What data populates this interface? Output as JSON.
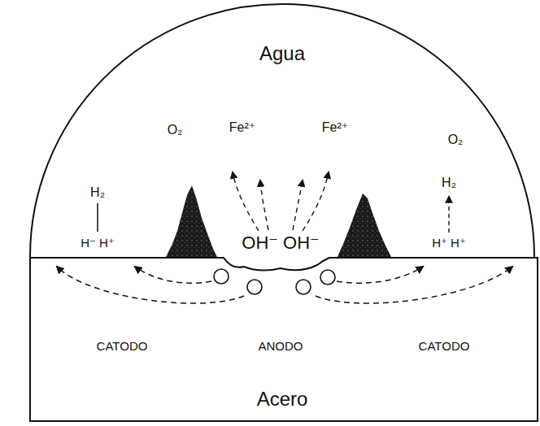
{
  "diagram": {
    "nodes": [
      {
        "text": [
          "Agua"
        ]
      },
      {
        "text": [
          "Acero"
        ]
      }
    ],
    "labels": [
      "O₂",
      "H₂",
      "H⁻ H⁺",
      "Fe²⁺",
      "Fe²⁺",
      "OH⁻ OH⁻",
      "O₂",
      "H₂",
      "H⁺ H⁺",
      "CATODO",
      "ANODO",
      "CATODO"
    ]
  }
}
